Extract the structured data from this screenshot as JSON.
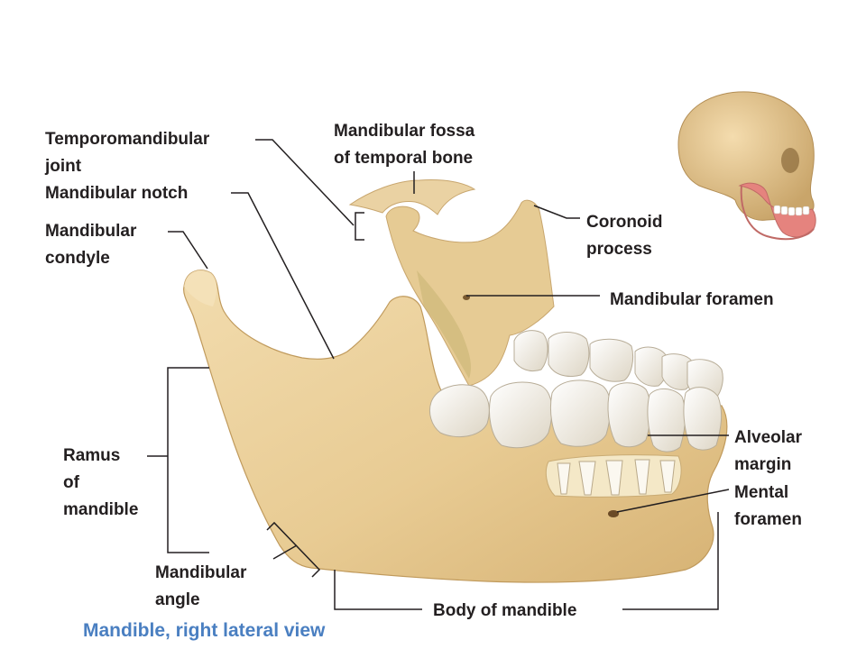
{
  "labels": {
    "tmj_1": "Temporomandibular",
    "tmj_2": "joint",
    "mandibular_notch": "Mandibular notch",
    "condyle_1": "Mandibular",
    "condyle_2": "condyle",
    "fossa_1": "Mandibular fossa",
    "fossa_2": "of temporal bone",
    "coronoid_1": "Coronoid",
    "coronoid_2": "process",
    "mandibular_foramen": "Mandibular foramen",
    "ramus_1": "Ramus",
    "ramus_2": "of",
    "ramus_3": "mandible",
    "alveolar_1": "Alveolar",
    "alveolar_2": "margin",
    "mental_1": "Mental",
    "mental_2": "foramen",
    "angle_1": "Mandibular",
    "angle_2": "angle",
    "body": "Body of mandible"
  },
  "caption": "Mandible, right lateral view",
  "colors": {
    "bone": "#ecd3a0",
    "bone_shade": "#d4b378",
    "bone_inner": "#d9c187",
    "tooth": "#f6f3ea",
    "tooth_shade": "#ddd6c6",
    "leader": "#231f20",
    "caption": "#4a7fc1",
    "gum": "#e07c78"
  }
}
